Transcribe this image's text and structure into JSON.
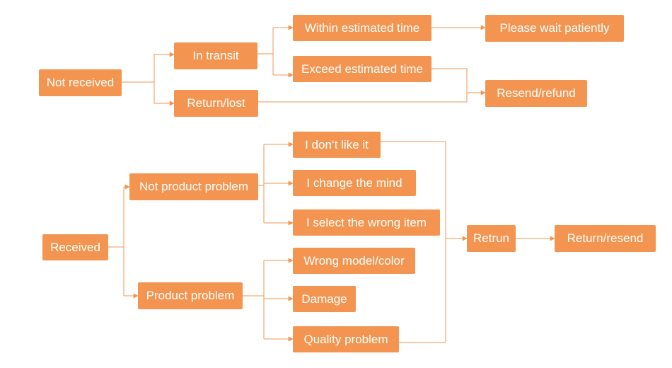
{
  "colors": {
    "node_fill": "#F39550",
    "connector": "#F39550",
    "text": "#FFFFFF",
    "background": "#FFFFFF"
  },
  "not_received": {
    "root": "Not received",
    "in_transit": "In transit",
    "return_lost": "Return/lost",
    "within_time": "Within estimated time",
    "exceed_time": "Exceed estimated time",
    "wait": "Please wait patiently",
    "resend_refund": "Resend/refund"
  },
  "received": {
    "root": "Received",
    "not_product_problem": "Not product problem",
    "product_problem": "Product problem",
    "dont_like": "I don‘t like it",
    "change_mind": "I change the mind",
    "wrong_item": "I select the wrong item",
    "wrong_model": "Wrong model/color",
    "damage": "Damage",
    "quality": "Quality problem",
    "retrun": "Retrun",
    "return_resend": "Return/resend"
  }
}
